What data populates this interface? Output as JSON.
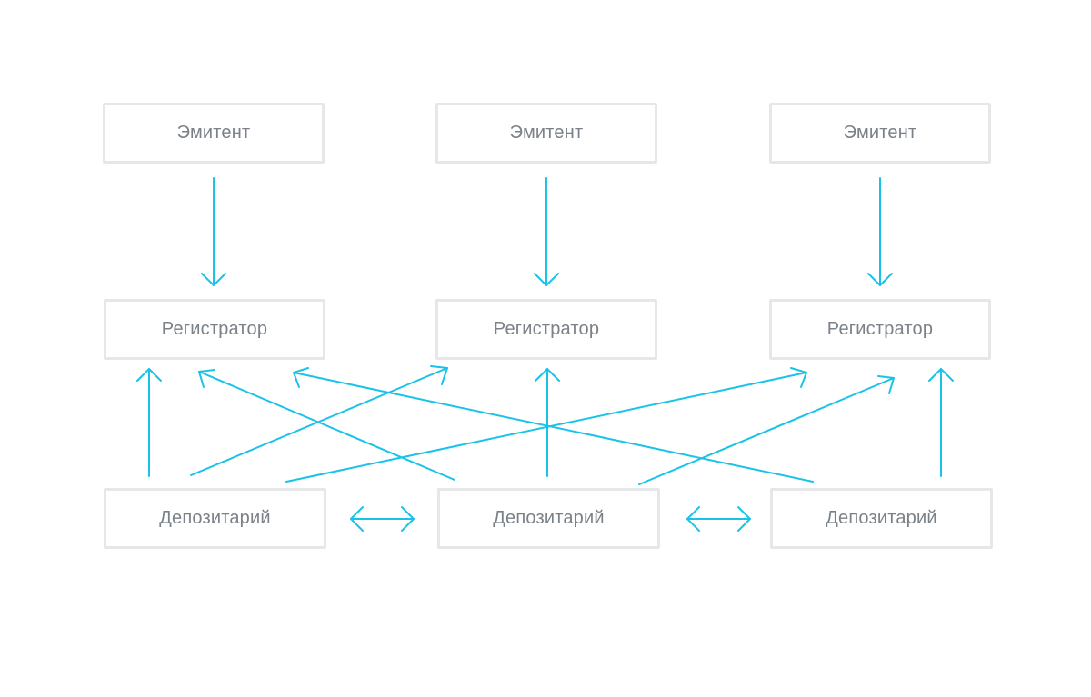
{
  "nodes": {
    "issuers": [
      "Эмитент",
      "Эмитент",
      "Эмитент"
    ],
    "registrars": [
      "Регистратор",
      "Регистратор",
      "Регистратор"
    ],
    "depositories": [
      "Депозитарий",
      "Депозитарий",
      "Депозитарий"
    ]
  },
  "colors": {
    "arrow": "#19c3e8",
    "box_border": "#e6e7e9",
    "text": "#7a8188"
  }
}
